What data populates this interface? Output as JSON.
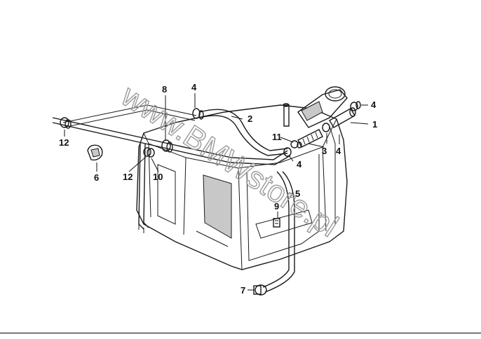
{
  "watermark": "www.BMWstore.pl",
  "labels": {
    "p1": "1",
    "p2": "2",
    "p3": "3",
    "p4a": "4",
    "p4b": "4",
    "p4c": "4",
    "p4d": "4",
    "p5": "5",
    "p6": "6",
    "p7": "7",
    "p8": "8",
    "p9": "9",
    "p10": "10",
    "p11": "11",
    "p12a": "12",
    "p12b": "12"
  },
  "colors": {
    "line": "#1a1a1a",
    "watermark": "#9a9a9a",
    "background": "#ffffff"
  }
}
